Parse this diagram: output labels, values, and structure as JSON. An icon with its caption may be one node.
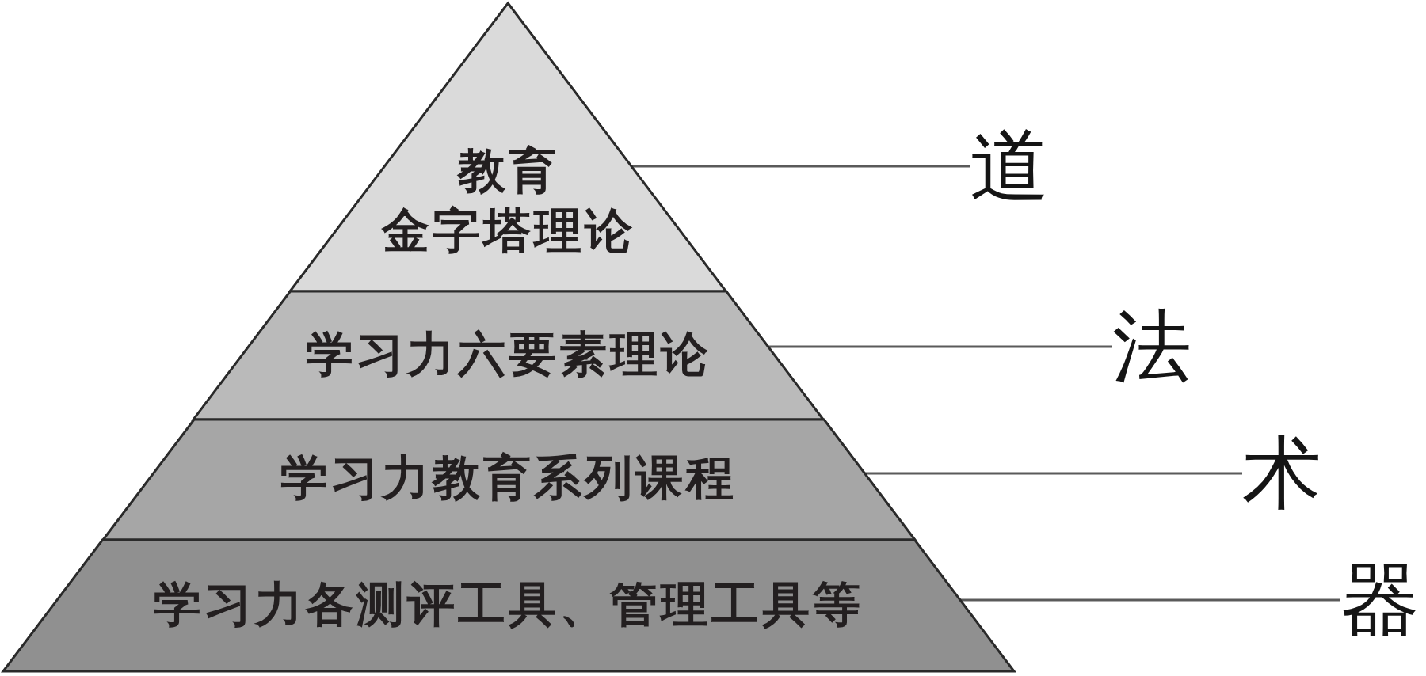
{
  "diagram": {
    "nodes": [
      {
        "text": [
          "教育",
          "金字塔理论"
        ]
      },
      {
        "text": [
          "学习力六要素理论"
        ]
      },
      {
        "text": [
          "学习力教育系列课程"
        ]
      },
      {
        "text": [
          "学习力各测评工具、管理工具等"
        ]
      },
      {
        "text": [
          "道"
        ]
      },
      {
        "text": [
          "法"
        ]
      },
      {
        "text": [
          "术"
        ]
      },
      {
        "text": [
          "器"
        ]
      }
    ],
    "edges": [
      {
        "from": 0,
        "to": 4,
        "arrow": "none"
      },
      {
        "from": 1,
        "to": 5,
        "arrow": "none"
      },
      {
        "from": 2,
        "to": 6,
        "arrow": "none"
      },
      {
        "from": 3,
        "to": 7,
        "arrow": "none"
      }
    ]
  }
}
